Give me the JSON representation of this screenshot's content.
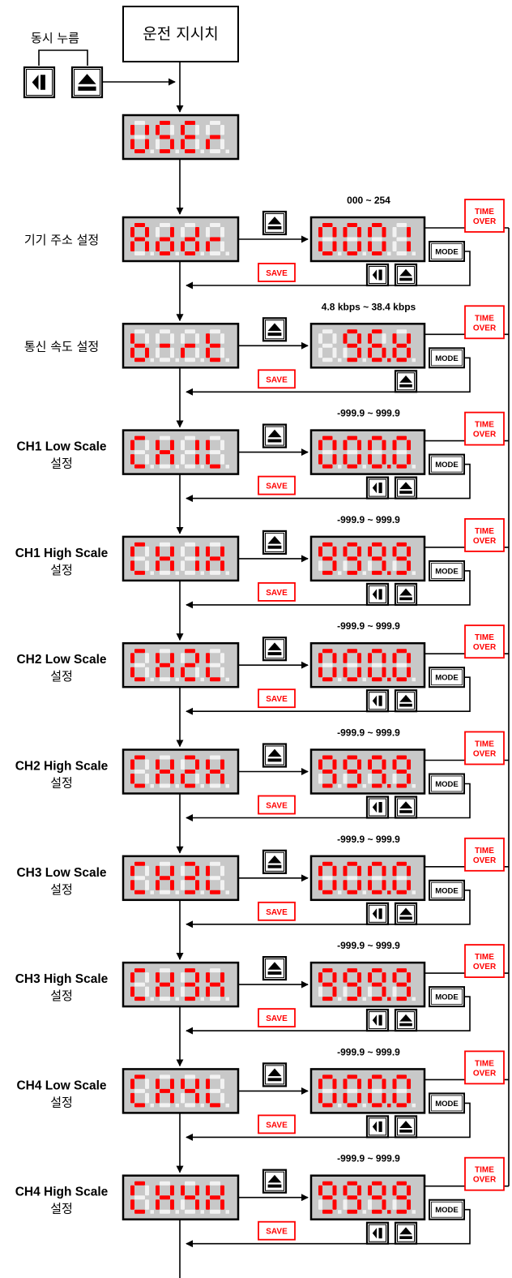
{
  "start_label": "운전 지시치",
  "simultaneous_press": "동시 누름",
  "initial_display": "USEr",
  "save_label": "SAVE",
  "mode_label": "MODE",
  "time_over": [
    "TIME",
    "OVER"
  ],
  "colors": {
    "segment_on": "#ff0000",
    "segment_off": "#f2f2f2",
    "display_bg": "#c8c8c8",
    "accent": "#ff0000"
  },
  "icons": {
    "left": "left-arrow-key-icon",
    "up": "up-eject-key-icon"
  },
  "steps": [
    {
      "label": [
        "기기 주소 설정"
      ],
      "param": "Addr",
      "range": "000 ~ 254",
      "value": "0001",
      "dp": -1,
      "keys": [
        "left",
        "up"
      ]
    },
    {
      "label": [
        "통신 속도 설정"
      ],
      "param": "b-rt",
      "range": "4.8 kbps ~ 38.4 kbps",
      "value": " 96k",
      "dp": 2,
      "keys": [
        "up"
      ]
    },
    {
      "label": [
        "CH1 Low Scale",
        "설정"
      ],
      "param": "CH1L",
      "range": "-999.9 ~ 999.9",
      "value": "0000",
      "dp": 2,
      "keys": [
        "left",
        "up"
      ]
    },
    {
      "label": [
        "CH1 High Scale",
        "설정"
      ],
      "param": "CH1H",
      "range": "-999.9 ~ 999.9",
      "value": "9999",
      "dp": 2,
      "keys": [
        "left",
        "up"
      ]
    },
    {
      "label": [
        "CH2 Low Scale",
        "설정"
      ],
      "param": "CH2L",
      "range": "-999.9 ~ 999.9",
      "value": "0000",
      "dp": 2,
      "keys": [
        "left",
        "up"
      ]
    },
    {
      "label": [
        "CH2 High Scale",
        "설정"
      ],
      "param": "CH2H",
      "range": "-999.9 ~ 999.9",
      "value": "9999",
      "dp": 2,
      "keys": [
        "left",
        "up"
      ]
    },
    {
      "label": [
        "CH3 Low Scale",
        "설정"
      ],
      "param": "CH3L",
      "range": "-999.9 ~ 999.9",
      "value": "0000",
      "dp": 2,
      "keys": [
        "left",
        "up"
      ]
    },
    {
      "label": [
        "CH3 High Scale",
        "설정"
      ],
      "param": "CH3H",
      "range": "-999.9 ~ 999.9",
      "value": "9999",
      "dp": 2,
      "keys": [
        "left",
        "up"
      ]
    },
    {
      "label": [
        "CH4 Low Scale",
        "설정"
      ],
      "param": "CH4L",
      "range": "-999.9 ~ 999.9",
      "value": "0000",
      "dp": 2,
      "keys": [
        "left",
        "up"
      ]
    },
    {
      "label": [
        "CH4 High Scale",
        "설정"
      ],
      "param": "CH4H",
      "range": "-999.9 ~ 999.9",
      "value": "9999",
      "dp": 2,
      "keys": [
        "left",
        "up"
      ]
    }
  ]
}
